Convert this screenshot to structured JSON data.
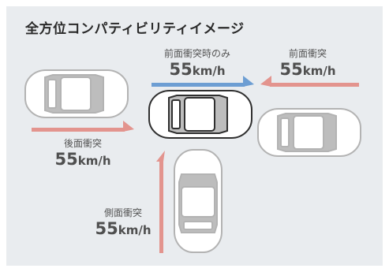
{
  "title": "全方位コンパティビリティイメージ",
  "labels": {
    "front_only": {
      "name": "前面衝突時のみ",
      "value": "55",
      "unit": "km/h"
    },
    "front": {
      "name": "前面衝突",
      "value": "55",
      "unit": "km/h"
    },
    "rear": {
      "name": "後面衝突",
      "value": "55",
      "unit": "km/h"
    },
    "side": {
      "name": "側面衝突",
      "value": "55",
      "unit": "km/h"
    }
  },
  "colors": {
    "arrow_blue": "#6d9ed3",
    "arrow_red": "#e3948e",
    "background": "#e9ecef",
    "car_fill": "#ffffff",
    "car_outline": "#b3b3b3",
    "center_car_outline": "#2f2f2f"
  }
}
